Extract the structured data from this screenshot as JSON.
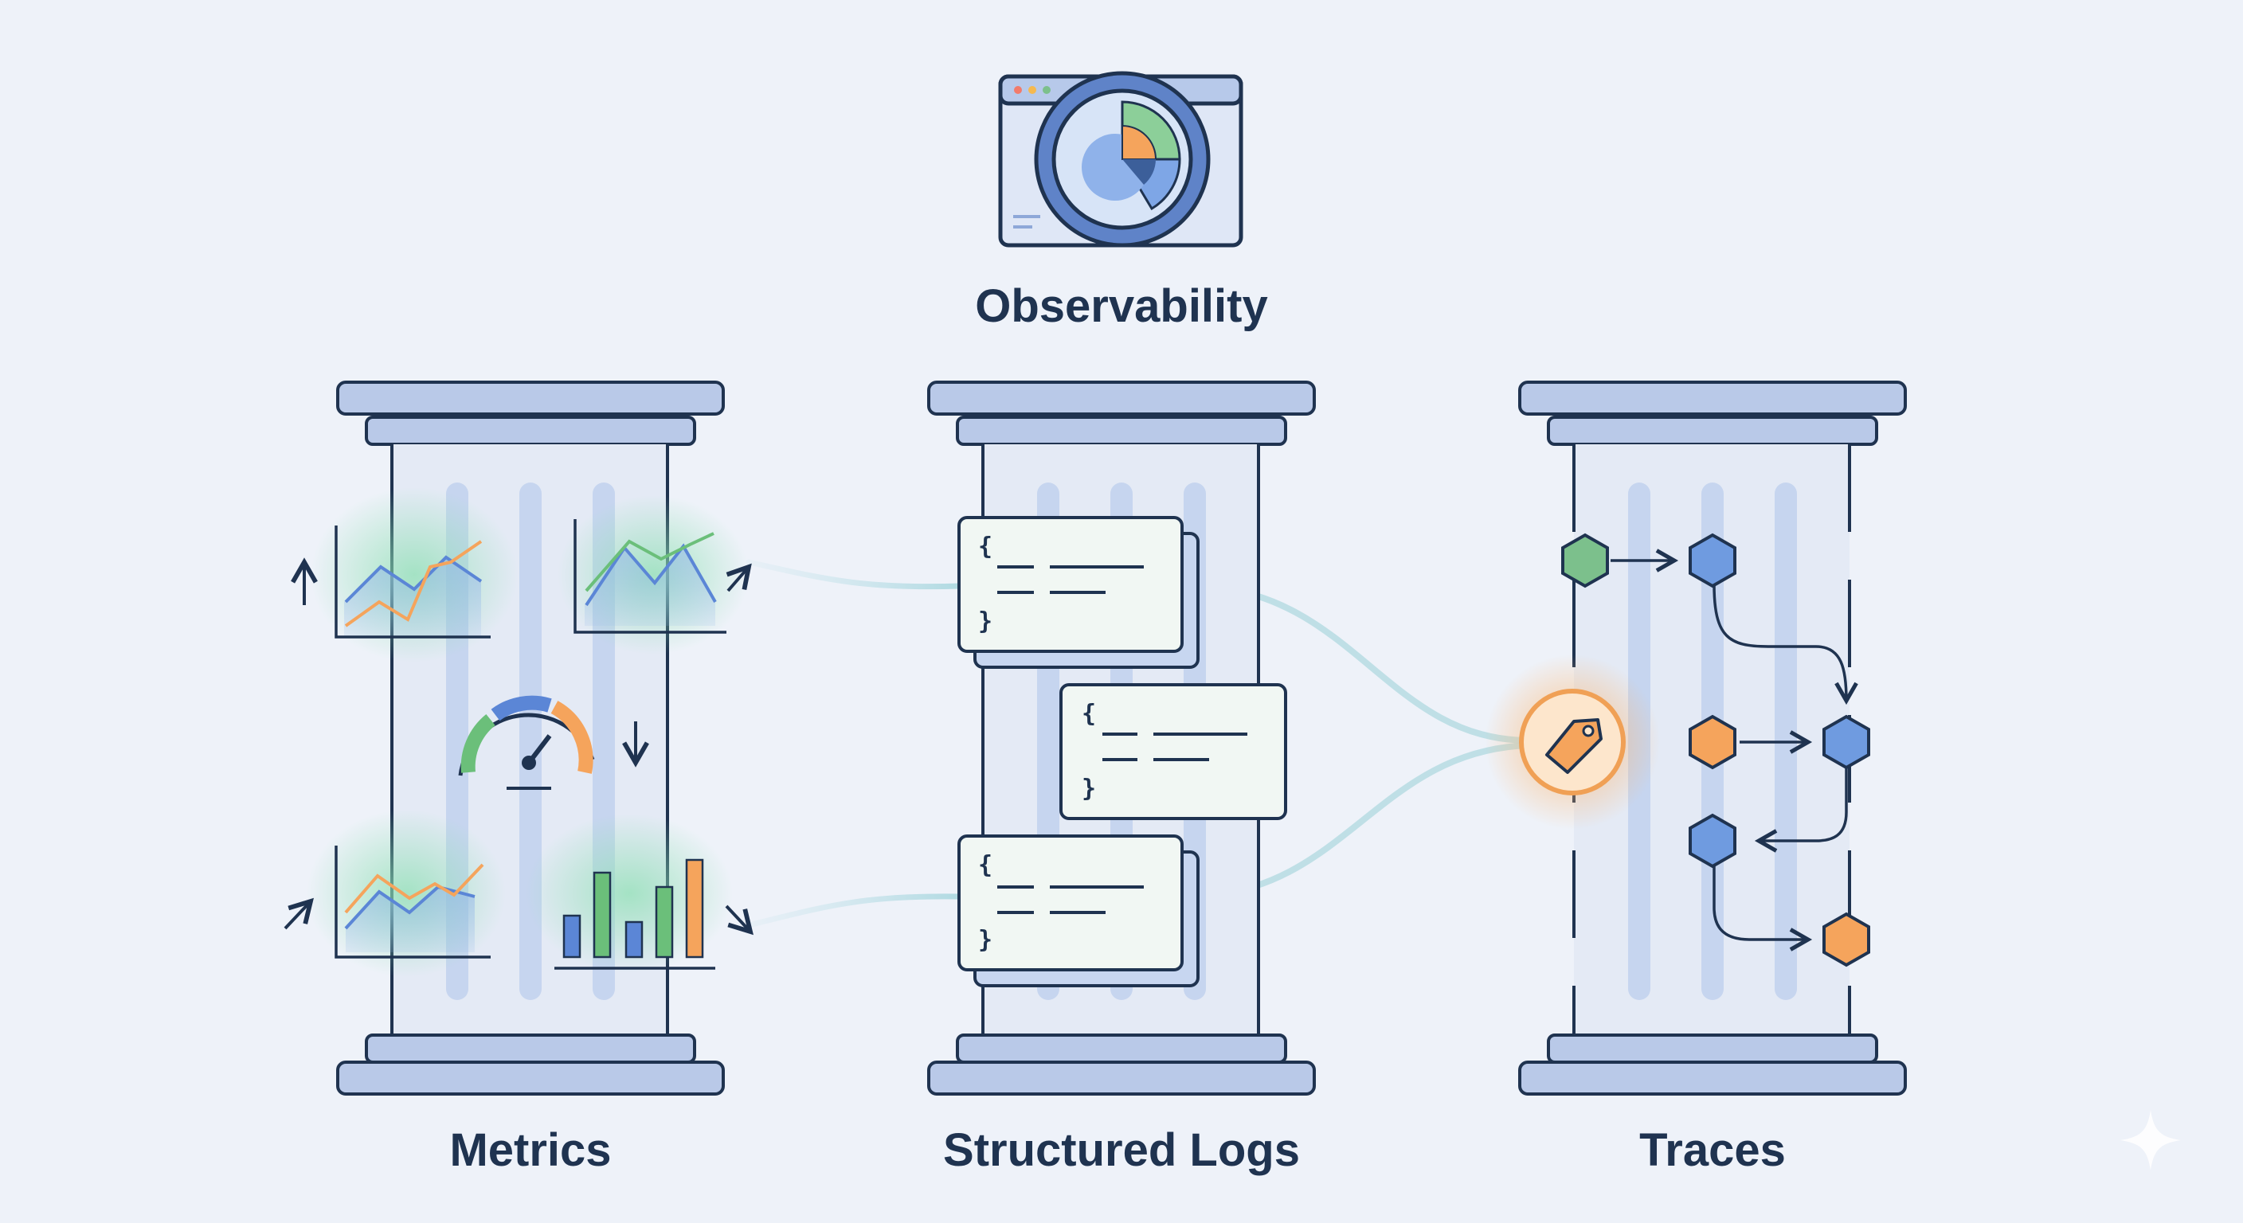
{
  "title": "Observability",
  "pillars": [
    {
      "label": "Metrics"
    },
    {
      "label": "Structured Logs"
    },
    {
      "label": "Traces"
    }
  ],
  "log_cards": [
    {
      "open": "{",
      "close": "}"
    },
    {
      "open": "{",
      "close": "}"
    },
    {
      "open": "{",
      "close": "}"
    }
  ],
  "colors": {
    "background": "#eef2f9",
    "outline": "#1f3350",
    "pillar_fill": "#b9c9e8",
    "column_fill": "#e4eaf5",
    "blue": "#6f9be0",
    "green": "#7cc08c",
    "orange": "#f5a45c",
    "connector": "#b8dce3"
  },
  "icons": [
    "dashboard-magnifier-icon",
    "tag-icon",
    "gauge-icon"
  ]
}
